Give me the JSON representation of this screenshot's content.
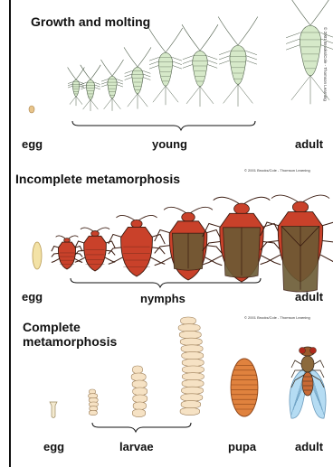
{
  "panels": {
    "growth": {
      "title": "Growth and molting",
      "credit": "© 2001 Brooks/Cole - Thomson Learning",
      "labels": {
        "egg": "egg",
        "young": "young",
        "adult": "adult"
      },
      "colors": {
        "body": "#d6e9c9",
        "outline": "#4a5a46",
        "egg": "#e8c48a"
      }
    },
    "incomplete": {
      "title": "Incomplete metamorphosis",
      "credit": "© 2001 Brooks/Cole - Thomson Learning",
      "labels": {
        "egg": "egg",
        "nymphs": "nymphs",
        "adult": "adult"
      },
      "colors": {
        "body": "#c9412a",
        "wing": "#6b5a34",
        "outline": "#3a1b10",
        "egg": "#f3e2a6"
      }
    },
    "complete": {
      "title_line1": "Complete",
      "title_line2": "metamorphosis",
      "credit": "© 2001 Brooks/Cole - Thomson Learning",
      "labels": {
        "egg": "egg",
        "larvae": "larvae",
        "pupa": "pupa",
        "adult": "adult"
      },
      "colors": {
        "larva": "#f6e2c4",
        "pupa": "#e0823e",
        "fly_wing": "#a9d7f2",
        "fly_body": "#c86a36"
      }
    }
  }
}
